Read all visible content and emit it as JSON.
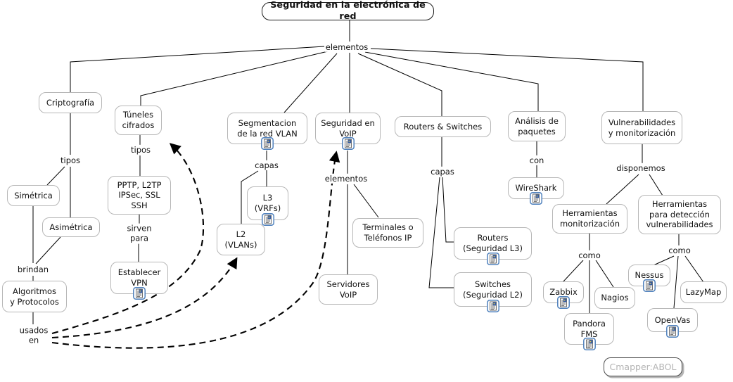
{
  "title": {
    "label": "Seguridad en la electrónica de red"
  },
  "watermark": {
    "label": "Cmapper:ABOL"
  },
  "colors": {
    "box_border": "#b7b7b7",
    "title_border": "#1a1a1a",
    "connector_line": "#000000",
    "icon_border": "#4f81bd",
    "watermark_text": "#b4b4b4"
  },
  "icons": {
    "resource": "document-resource-icon"
  },
  "connector_labels": {
    "elementos_root": "elementos",
    "tipos_criptografia": "tipos",
    "tipos_tuneles": "tipos",
    "sirven_para": "sirven\npara",
    "brindan": "brindan",
    "usados_en": "usados\nen",
    "capas_vlan": "capas",
    "elementos_voip": "elementos",
    "capas_routers_switches": "capas",
    "con": "con",
    "disponemos": "disponemos",
    "como_monitorizacion": "como",
    "como_deteccion": "como"
  },
  "nodes": {
    "criptografia": {
      "label": "Criptografía"
    },
    "tuneles_cifrados": {
      "label": "Túneles\ncifrados"
    },
    "pptp_protocolos": {
      "label": "PPTP, L2TP\nIPSec, SSL\nSSH"
    },
    "establecer_vpn": {
      "label": "Establecer\nVPN"
    },
    "simetrica": {
      "label": "Simétrica"
    },
    "asimetrica": {
      "label": "Asimétrica"
    },
    "algoritmos_protocolos": {
      "label": "Algoritmos\ny Protocolos"
    },
    "segmentacion_vlan": {
      "label": "Segmentacion\nde la red VLAN"
    },
    "l3_vrfs": {
      "label": "L3\n(VRFs)"
    },
    "l2_vlans": {
      "label": "L2\n(VLANs)"
    },
    "seguridad_voip": {
      "label": "Seguridad en\nVoIP"
    },
    "terminales_ip": {
      "label": "Terminales o\nTeléfonos IP"
    },
    "servidores_voip": {
      "label": "Servidores\nVoIP"
    },
    "routers_switches": {
      "label": "Routers & Switches"
    },
    "routers_l3": {
      "label": "Routers\n(Seguridad L3)"
    },
    "switches_l2": {
      "label": "Switches\n(Seguridad L2)"
    },
    "analisis_paquetes": {
      "label": "Análisis de\npaquetes"
    },
    "wireshark": {
      "label": "WireShark"
    },
    "vulnerabilidades": {
      "label": "Vulnerabilidades\ny monitorización"
    },
    "herramientas_monitorizacion": {
      "label": "Herramientas\nmonitorización"
    },
    "herramientas_deteccion": {
      "label": "Herramientas\npara detección\nvulnerabilidades"
    },
    "zabbix": {
      "label": "Zabbix"
    },
    "nagios": {
      "label": "Nagios"
    },
    "pandora_fms": {
      "label": "Pandora\nFMS"
    },
    "nessus": {
      "label": "Nessus"
    },
    "lazymap": {
      "label": "LazyMap"
    },
    "openvas": {
      "label": "OpenVas"
    }
  }
}
